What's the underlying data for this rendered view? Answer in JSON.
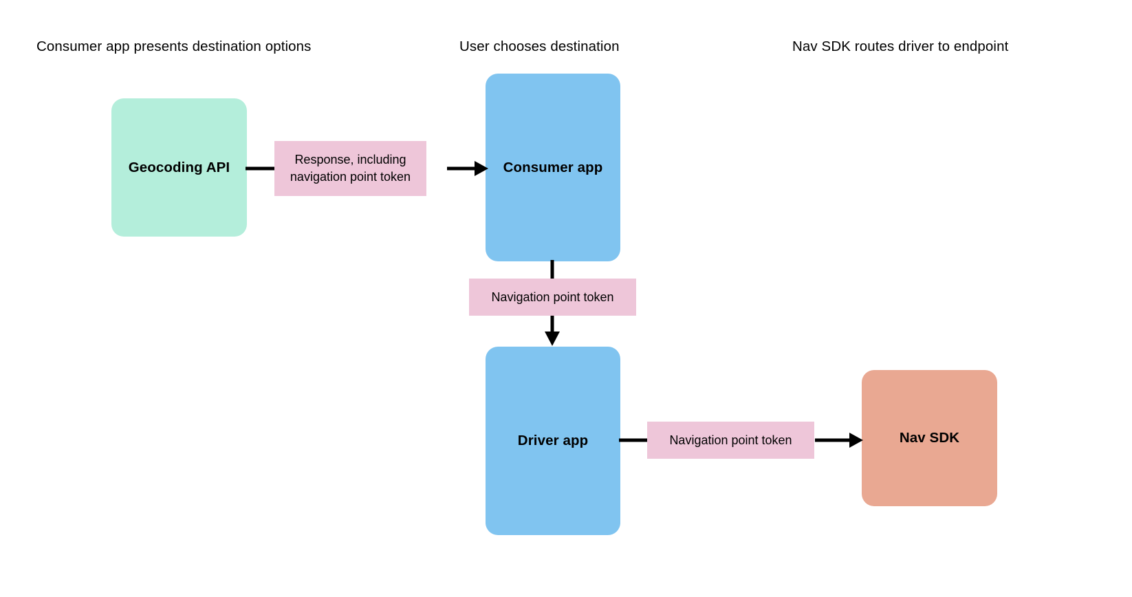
{
  "diagram": {
    "type": "flow-diagram",
    "background_color": "#ffffff",
    "title_row": [
      {
        "id": "stage-1",
        "label": "Consumer app presents destination options"
      },
      {
        "id": "stage-2",
        "label": "User chooses destination"
      },
      {
        "id": "stage-3",
        "label": "Nav SDK routes driver to endpoint"
      }
    ],
    "nodes": [
      {
        "id": "geocoding-api",
        "label": "Geocoding API",
        "fill": "#b4eedb",
        "shape": "rounded-rectangle"
      },
      {
        "id": "consumer-app",
        "label": "Consumer app",
        "fill": "#80c4f0",
        "shape": "rounded-rectangle"
      },
      {
        "id": "driver-app",
        "label": "Driver app",
        "fill": "#80c4f0",
        "shape": "rounded-rectangle"
      },
      {
        "id": "nav-sdk",
        "label": "Nav SDK",
        "fill": "#e9a892",
        "shape": "rounded-rectangle"
      }
    ],
    "edges": [
      {
        "id": "geocoding-to-consumer",
        "from": "geocoding-api",
        "to": "consumer-app",
        "direction": "right",
        "label": "Response, including navigation point token",
        "label_fill": "#eec6d9",
        "stroke": "#000000"
      },
      {
        "id": "consumer-to-driver",
        "from": "consumer-app",
        "to": "driver-app",
        "direction": "down",
        "label": "Navigation point token",
        "label_fill": "#eec6d9",
        "stroke": "#000000"
      },
      {
        "id": "driver-to-navsdk",
        "from": "driver-app",
        "to": "nav-sdk",
        "direction": "right",
        "label": "Navigation point token",
        "label_fill": "#eec6d9",
        "stroke": "#000000"
      }
    ]
  }
}
